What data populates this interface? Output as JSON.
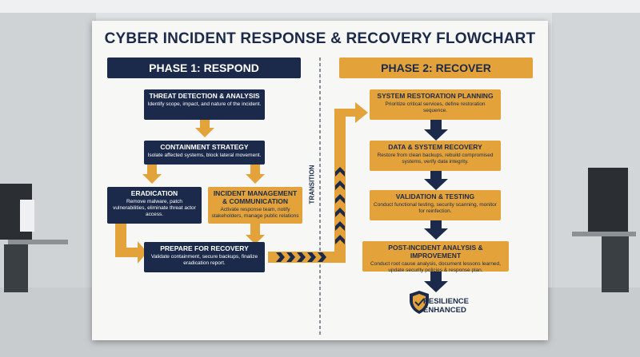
{
  "title": "CYBER INCIDENT RESPONSE & RECOVERY FLOWCHART",
  "phase1": {
    "label": "PHASE 1: RESPOND"
  },
  "phase2": {
    "label": "PHASE 2: RECOVER"
  },
  "transition_label": "TRANSITION",
  "respond": {
    "threat": {
      "title": "THREAT DETECTION & ANALYSIS",
      "desc": "Identify scope, impact, and nature of the incident."
    },
    "containment": {
      "title": "CONTAINMENT STRATEGY",
      "desc": "Isolate affected systems, block lateral movement."
    },
    "eradication": {
      "title": "ERADICATION",
      "desc": "Remove malware, patch vulnerabilities, eliminate threat actor access."
    },
    "incident": {
      "title": "INCIDENT MANAGEMENT & COMMUNICATION",
      "desc": "Activate response team, notify stakeholders, manage public relations"
    },
    "prepare": {
      "title": "PREPARE FOR RECOVERY",
      "desc": "Validate containment, secure backups, finalize eradication report."
    }
  },
  "recover": {
    "restoration": {
      "title": "SYSTEM RESTORATION PLANNING",
      "desc": "Prioritize critical services, define restoration sequence."
    },
    "data": {
      "title": "DATA & SYSTEM RECOVERY",
      "desc": "Restore from clean backups, rebuild compromised systems, verify data integrity."
    },
    "validation": {
      "title": "VALIDATION & TESTING",
      "desc": "Conduct functional testing, security scanning, monitor for reinfection."
    },
    "post": {
      "title": "POST-INCIDENT ANALYSIS & IMPROVEMENT",
      "desc": "Conduct root cause analysis, document lessons learned, update security policies & response plan."
    }
  },
  "resilience": "RESILIENCE ENHANCED",
  "colors": {
    "navy": "#1b2a4a",
    "gold": "#e4a33a",
    "poster": "#f7f7f5"
  }
}
